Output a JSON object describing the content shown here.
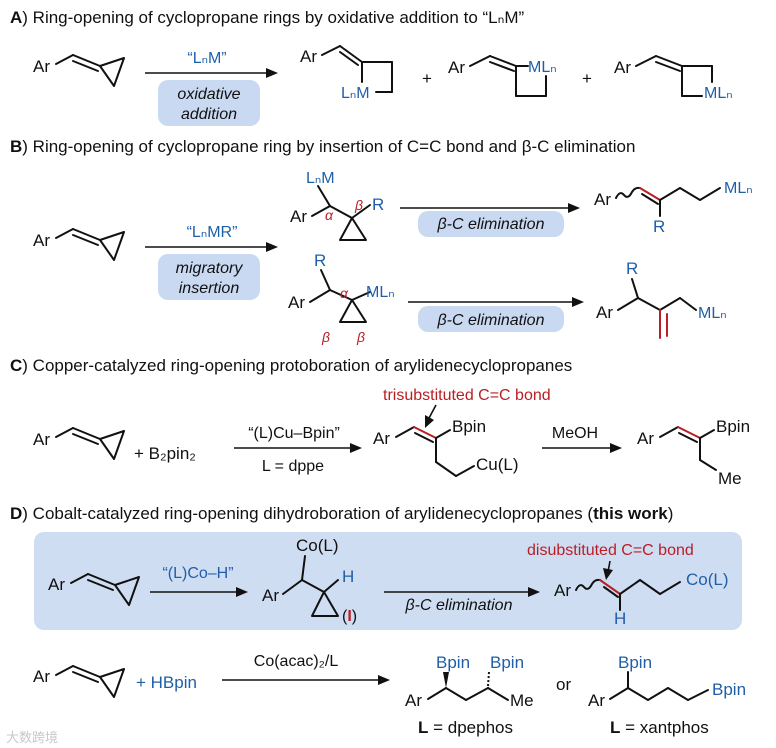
{
  "sectionA": {
    "letter": "A",
    "title": ") Ring-opening of cyclopropane rings by oxidative addition to “LₙM”",
    "reagent": "“LₙM”",
    "condition_line1": "oxidative",
    "condition_line2": "addition",
    "ar": "Ar",
    "plus": "+",
    "product1_label": "LₙM",
    "product2_label": "MLₙ",
    "product3_label": "MLₙ"
  },
  "sectionB": {
    "letter": "B",
    "title": ") Ring-opening of cyclopropane ring by insertion of C=C bond and β-C elimination",
    "reagent": "“LₙMR”",
    "condition_line1": "migratory",
    "condition_line2": "insertion",
    "step": "β-C elimination",
    "ar": "Ar",
    "r": "R",
    "metal_top": "LₙM",
    "metal": "MLₙ",
    "alpha": "α",
    "beta": "β"
  },
  "sectionC": {
    "letter": "C",
    "title": ") Copper-catalyzed ring-opening protoboration of arylidenecyclopropanes",
    "reagent1": "+ B₂pin₂",
    "catalyst": "“(L)Cu–Bpin”",
    "ligand": "L = dppe",
    "annotation": "trisubstituted C=C bond",
    "bpin": "Bpin",
    "cu": "Cu(L)",
    "meoh": "MeOH",
    "me": "Me",
    "ar": "Ar"
  },
  "sectionD": {
    "letter": "D",
    "title_part1": ") Cobalt-catalyzed ring-opening dihydroboration of arylidenecyclopropanes (",
    "title_bold": "this work",
    "title_part2": ")",
    "catalyst": "“(L)Co–H”",
    "co": "Co(L)",
    "h": "H",
    "intermediate": "(I)",
    "step": "β-C elimination",
    "annotation": "disubstituted C=C bond",
    "reagent": "+ HBpin",
    "conditions": "Co(acac)₂/L",
    "bpin": "Bpin",
    "me": "Me",
    "or": "or",
    "ligand1": "L = dpephos",
    "ligand2": "L = xantphos",
    "ar": "Ar"
  },
  "watermark": "大数跨境",
  "colors": {
    "blue": "#1f5fa8",
    "red": "#b81f24",
    "highlight": "#cfddf3"
  }
}
